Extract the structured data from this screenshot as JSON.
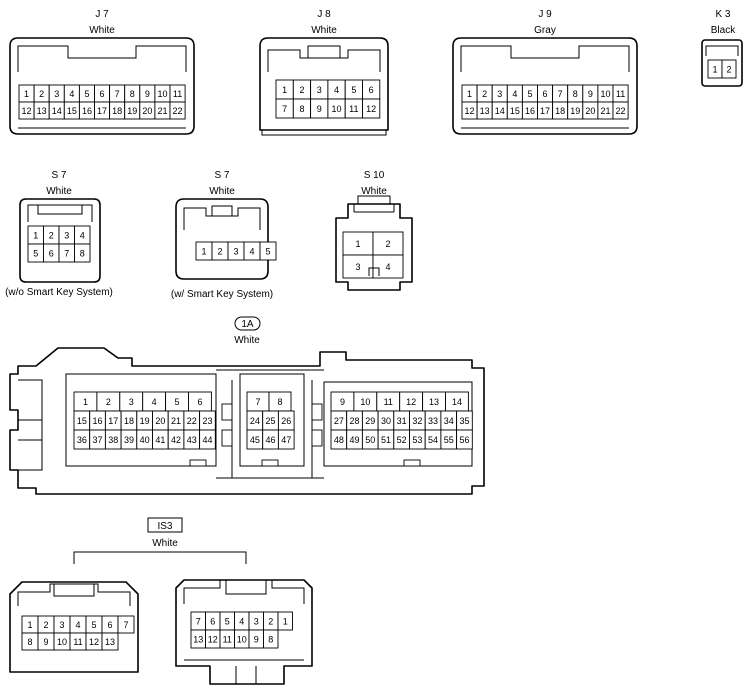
{
  "connectors": [
    {
      "id": "j7",
      "code": "J 7",
      "color": "White",
      "rows": [
        [
          1,
          2,
          3,
          4,
          5,
          6,
          7,
          8,
          9,
          10,
          11
        ],
        [
          12,
          13,
          14,
          15,
          16,
          17,
          18,
          19,
          20,
          21,
          22
        ]
      ]
    },
    {
      "id": "j8",
      "code": "J 8",
      "color": "White",
      "rows": [
        [
          1,
          2,
          3,
          4,
          5,
          6
        ],
        [
          7,
          8,
          9,
          10,
          11,
          12
        ]
      ]
    },
    {
      "id": "j9",
      "code": "J 9",
      "color": "Gray",
      "rows": [
        [
          1,
          2,
          3,
          4,
          5,
          6,
          7,
          8,
          9,
          10,
          11
        ],
        [
          12,
          13,
          14,
          15,
          16,
          17,
          18,
          19,
          20,
          21,
          22
        ]
      ]
    },
    {
      "id": "k3",
      "code": "K 3",
      "color": "Black",
      "rows": [
        [
          1,
          2
        ]
      ]
    },
    {
      "id": "s7a",
      "code": "S 7",
      "color": "White",
      "note": "(w/o Smart Key System)",
      "rows": [
        [
          1,
          2,
          3,
          4
        ],
        [
          5,
          6,
          7,
          8
        ]
      ]
    },
    {
      "id": "s7b",
      "code": "S 7",
      "color": "White",
      "note": "(w/ Smart Key System)",
      "rows": [
        [
          1,
          2,
          3,
          4,
          5
        ]
      ]
    },
    {
      "id": "s10",
      "code": "S 10",
      "color": "White",
      "rows": [
        [
          1,
          2
        ],
        [
          3,
          4
        ]
      ]
    },
    {
      "id": "a1",
      "code": "1A",
      "color": "White",
      "groups": [
        {
          "rows": [
            [
              1,
              2,
              3,
              4,
              5,
              6
            ],
            [
              15,
              16,
              17,
              18,
              19,
              20,
              21,
              22,
              23
            ],
            [
              36,
              37,
              38,
              39,
              40,
              41,
              42,
              43,
              44
            ]
          ]
        },
        {
          "rows": [
            [
              7,
              8
            ],
            [
              24,
              25,
              26
            ],
            [
              45,
              46,
              47
            ]
          ]
        },
        {
          "rows": [
            [
              9,
              10,
              11,
              12,
              13,
              14
            ],
            [
              27,
              28,
              29,
              30,
              31,
              32,
              33,
              34,
              35
            ],
            [
              48,
              49,
              50,
              51,
              52,
              53,
              54,
              55,
              56
            ]
          ]
        }
      ]
    },
    {
      "id": "is3",
      "code": "IS3",
      "color": "White",
      "left": {
        "rows": [
          [
            1,
            2,
            3,
            4,
            5,
            6,
            7
          ],
          [
            8,
            9,
            10,
            11,
            12,
            13
          ]
        ]
      },
      "right": {
        "rows": [
          [
            7,
            6,
            5,
            4,
            3,
            2,
            1
          ],
          [
            13,
            12,
            11,
            10,
            9,
            8
          ]
        ]
      }
    }
  ]
}
